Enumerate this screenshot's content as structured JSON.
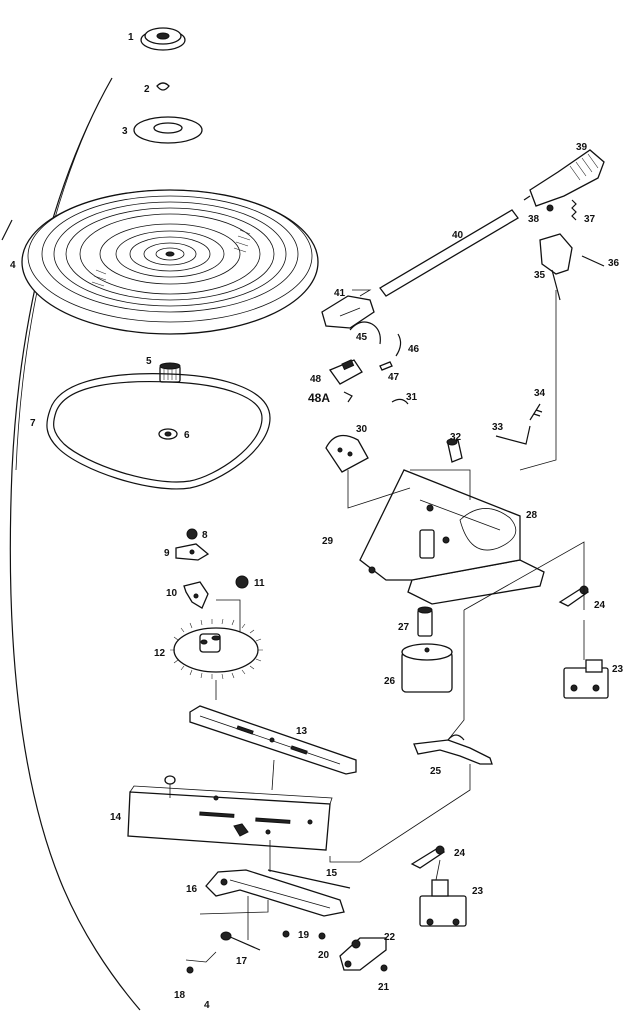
{
  "labels": {
    "p1": "1",
    "p2": "2",
    "p3": "3",
    "p4": "4",
    "p4b": "4",
    "p5": "5",
    "p6": "6",
    "p7": "7",
    "p8": "8",
    "p9": "9",
    "p10": "10",
    "p11": "11",
    "p12": "12",
    "p13": "13",
    "p14": "14",
    "p15": "15",
    "p16": "16",
    "p17": "17",
    "p18": "18",
    "p19": "19",
    "p20": "20",
    "p21": "21",
    "p22": "22",
    "p23": "23",
    "p23b": "23",
    "p24": "24",
    "p24b": "24",
    "p25": "25",
    "p26": "26",
    "p27": "27",
    "p28": "28",
    "p29": "29",
    "p30": "30",
    "p31": "31",
    "p32": "32",
    "p33": "33",
    "p34": "34",
    "p35": "35",
    "p36": "36",
    "p37": "37",
    "p38": "38",
    "p39": "39",
    "p40": "40",
    "p41": "41",
    "p45": "45",
    "p46": "46",
    "p47": "47",
    "p48": "48",
    "p48a": "48A"
  }
}
